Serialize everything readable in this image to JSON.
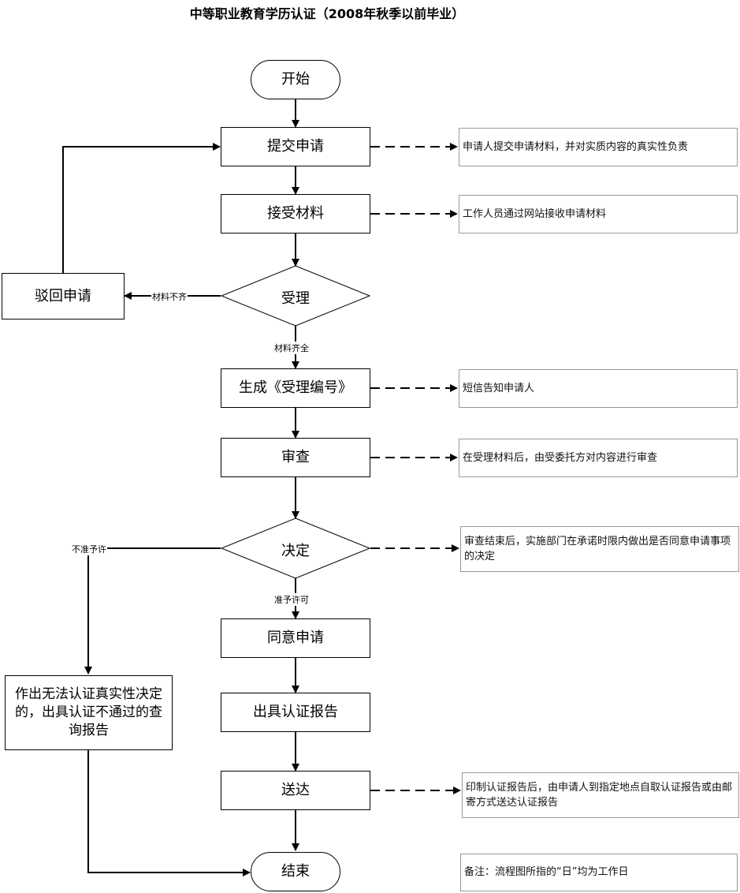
{
  "title": "中等职业教育学历认证（2008年秋季以前毕业）",
  "nodes": {
    "start": "开始",
    "submit": "提交申请",
    "receive": "接受材料",
    "accept": "受理",
    "reject": "驳回申请",
    "generate": "生成《受理编号》",
    "review": "审查",
    "decide": "决定",
    "agree": "同意申请",
    "issue": "出具认证报告",
    "deliver": "送达",
    "end": "结束",
    "deny": "作出无法认证真实性决定的，出具认证不通过的查询报告"
  },
  "edge_labels": {
    "incomplete": "材料不齐",
    "complete": "材料齐全",
    "not_permit": "不准予许",
    "permit": "准予许可"
  },
  "notes": {
    "submit": "申请人提交申请材料，并对实质内容的真实性负责",
    "receive": "工作人员通过网站接收申请材料",
    "generate": "短信告知申请人",
    "review": "在受理材料后，由受委托方对内容进行审查",
    "decide": "审查结束后，实施部门在承诺时限内做出是否同意申请事项的决定",
    "deliver": "印制认证报告后，由申请人到指定地点自取认证报告或由邮寄方式送达认证报告",
    "remark": "备注：流程图所指的“日”均为工作日"
  }
}
